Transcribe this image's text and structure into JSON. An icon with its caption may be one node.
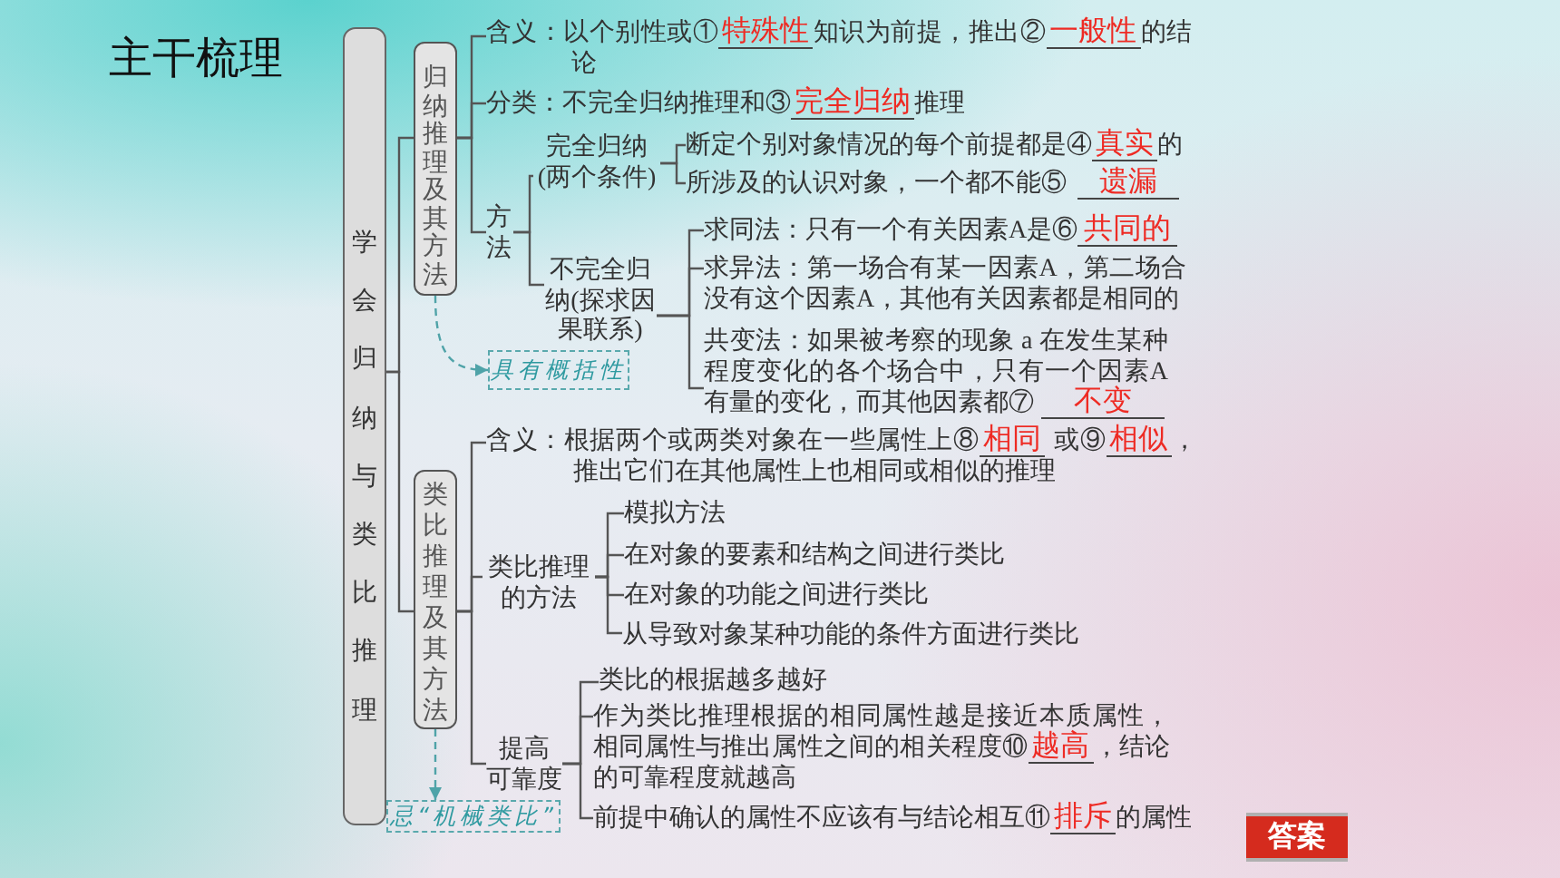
{
  "diagram": {
    "title": "主干梳理",
    "nodes": [
      {
        "text": [
          "学会归纳与类比推理"
        ]
      },
      {
        "text": [
          "归纳推理及其方法"
        ]
      },
      {
        "text": [
          "含义：以个别性或①",
          "特殊性",
          "知识为前提，推出②",
          "一般性",
          "的结论"
        ]
      },
      {
        "text": [
          "分类：不完全归纳推理和③",
          "完全归纳",
          "推理"
        ]
      },
      {
        "text": [
          "方法"
        ]
      },
      {
        "text": [
          "完全归纳(两个条件)"
        ]
      },
      {
        "text": [
          "断定个别对象情况的每个前提都是④",
          "真实",
          "的"
        ]
      },
      {
        "text": [
          "所涉及的认识对象，一个都不能⑤",
          "遗漏"
        ]
      },
      {
        "text": [
          "不完全归纳(探求因果联系)"
        ]
      },
      {
        "text": [
          "求同法：只有一个有关因素A是⑥",
          "共同的"
        ]
      },
      {
        "text": [
          "求异法：第一场合有某一因素A，第二场合没有这个因素A，其他有关因素都是相同的"
        ]
      },
      {
        "text": [
          "共变法：如果被考察的现象 a 在发生某种程度变化的各个场合中，只有一个因素A有量的变化，而其他因素都⑦",
          "不变"
        ]
      },
      {
        "text": [
          "具有概括性"
        ]
      },
      {
        "text": [
          "类比推理及其方法"
        ]
      },
      {
        "text": [
          "含义：根据两个或两类对象在一些属性上⑧",
          "相同",
          "或⑨",
          "相似",
          "，推出它们在其他属性上也相同或相似的推理"
        ]
      },
      {
        "text": [
          "类比推理的方法"
        ]
      },
      {
        "text": [
          "模拟方法"
        ]
      },
      {
        "text": [
          "在对象的要素和结构之间进行类比"
        ]
      },
      {
        "text": [
          "在对象的功能之间进行类比"
        ]
      },
      {
        "text": [
          "从导致对象某种功能的条件方面进行类比"
        ]
      },
      {
        "text": [
          "提高可靠度"
        ]
      },
      {
        "text": [
          "类比的根据越多越好"
        ]
      },
      {
        "text": [
          "作为类比推理根据的相同属性越是接近本质属性，相同属性与推出属性之间的相关程度⑩",
          "越高",
          "，结论的可靠程度就越高"
        ]
      },
      {
        "text": [
          "前提中确认的属性不应该有与结论相互⑪",
          "排斥",
          "的属性"
        ]
      },
      {
        "text": [
          "忌“机械类比”"
        ]
      }
    ],
    "edges": [
      {
        "from": 0,
        "to": 1,
        "arrow": "none"
      },
      {
        "from": 0,
        "to": 13,
        "arrow": "none"
      },
      {
        "from": 1,
        "to": 2,
        "arrow": "none"
      },
      {
        "from": 1,
        "to": 3,
        "arrow": "none"
      },
      {
        "from": 1,
        "to": 4,
        "arrow": "none"
      },
      {
        "from": 4,
        "to": 5,
        "arrow": "none"
      },
      {
        "from": 4,
        "to": 8,
        "arrow": "none"
      },
      {
        "from": 5,
        "to": 6,
        "arrow": "none"
      },
      {
        "from": 5,
        "to": 7,
        "arrow": "none"
      },
      {
        "from": 8,
        "to": 9,
        "arrow": "none"
      },
      {
        "from": 8,
        "to": 10,
        "arrow": "none"
      },
      {
        "from": 8,
        "to": 11,
        "arrow": "none"
      },
      {
        "from": 1,
        "to": 12,
        "arrow": "to",
        "style": "dashed",
        "color": "#4fa3a8"
      },
      {
        "from": 13,
        "to": 14,
        "arrow": "none"
      },
      {
        "from": 13,
        "to": 15,
        "arrow": "none"
      },
      {
        "from": 13,
        "to": 20,
        "arrow": "none"
      },
      {
        "from": 15,
        "to": 16,
        "arrow": "none"
      },
      {
        "from": 15,
        "to": 17,
        "arrow": "none"
      },
      {
        "from": 15,
        "to": 18,
        "arrow": "none"
      },
      {
        "from": 15,
        "to": 19,
        "arrow": "none"
      },
      {
        "from": 20,
        "to": 21,
        "arrow": "none"
      },
      {
        "from": 20,
        "to": 22,
        "arrow": "none"
      },
      {
        "from": 20,
        "to": 23,
        "arrow": "none"
      },
      {
        "from": 13,
        "to": 24,
        "arrow": "to",
        "style": "dashed",
        "color": "#4fa3a8"
      }
    ],
    "labels": [
      "答案"
    ]
  }
}
